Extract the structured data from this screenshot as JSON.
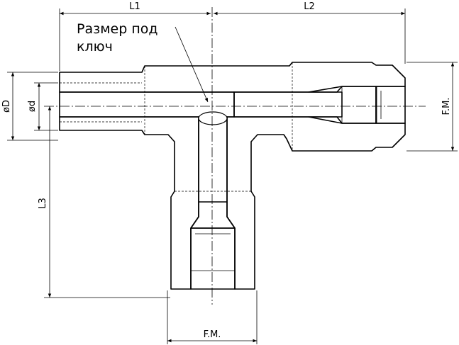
{
  "labels": {
    "l1": "L1",
    "l2": "L2",
    "l3": "L3",
    "od": "øD",
    "id": "ød",
    "fm_right": "F.M.",
    "fm_bottom": "F.M.",
    "note_line1": "Размер под",
    "note_line2": "ключ"
  }
}
